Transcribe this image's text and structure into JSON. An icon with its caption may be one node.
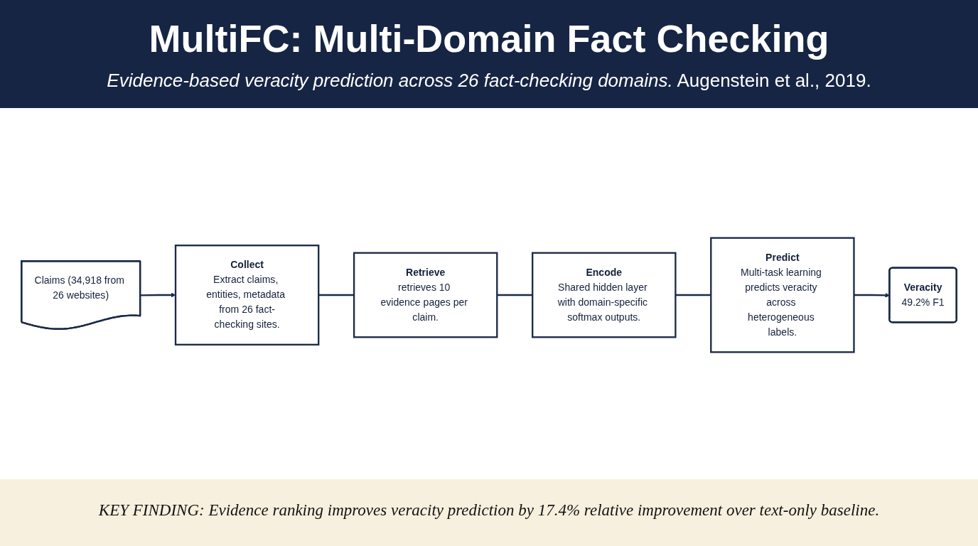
{
  "diagram": {
    "title": "MultiFC: Multi-Domain Fact Checking",
    "caption": "KEY FINDING: Evidence ranking improves veracity prediction by 17.4% relative improvement over text-only baseline.",
    "nodes": [
      {
        "text": [
          "Claims (34,918 from 26 websites)"
        ]
      },
      {
        "text": [
          "Collect",
          "Extract claims, entities, metadata from 26 fact-checking sites."
        ]
      },
      {
        "text": [
          "Retrieve",
          "retrieves 10 evidence pages per claim."
        ]
      },
      {
        "text": [
          "Encode",
          "Shared hidden layer with domain-specific softmax outputs."
        ]
      },
      {
        "text": [
          "Predict",
          "Multi-task learning predicts veracity across heterogeneous labels."
        ]
      },
      {
        "text": [
          "Veracity",
          "49.2% F1"
        ]
      }
    ],
    "edges": [
      {
        "from": 0,
        "to": 1,
        "arrow": "to"
      },
      {
        "from": 1,
        "to": 2,
        "arrow": "none"
      },
      {
        "from": 2,
        "to": 3,
        "arrow": "none"
      },
      {
        "from": 3,
        "to": 4,
        "arrow": "none"
      },
      {
        "from": 4,
        "to": 5,
        "arrow": "to"
      }
    ],
    "labels": [
      "*Evidence-based veracity prediction across 26 fact-checking domains.* Augenstein et al., 2019."
    ]
  }
}
